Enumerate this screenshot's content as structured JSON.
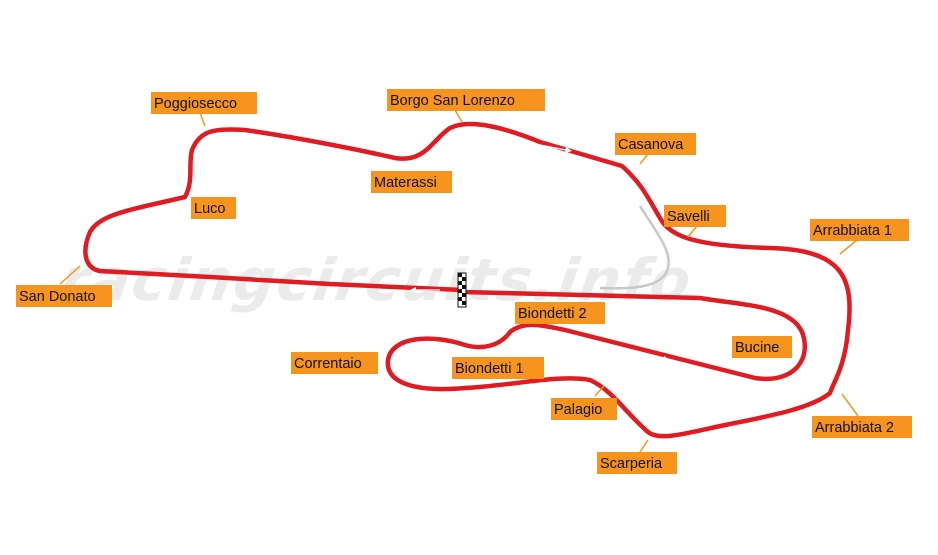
{
  "map": {
    "watermark": "racingcircuits.info",
    "colors": {
      "track": "#e11b22",
      "label_bg": "#f7941d",
      "label_text": "#111111",
      "pit_lane": "#c8c8c8"
    },
    "corners": [
      {
        "id": "poggiosecco",
        "label": "Poggiosecco"
      },
      {
        "id": "borgo",
        "label": "Borgo San Lorenzo"
      },
      {
        "id": "casanova",
        "label": "Casanova"
      },
      {
        "id": "materassi",
        "label": "Materassi"
      },
      {
        "id": "luco",
        "label": "Luco"
      },
      {
        "id": "savelli",
        "label": "Savelli"
      },
      {
        "id": "arrabbiata1",
        "label": "Arrabbiata 1"
      },
      {
        "id": "sandonato",
        "label": "San Donato"
      },
      {
        "id": "biondetti2",
        "label": "Biondetti 2"
      },
      {
        "id": "bucine",
        "label": "Bucine"
      },
      {
        "id": "correntaio",
        "label": "Correntaio"
      },
      {
        "id": "biondetti1",
        "label": "Biondetti 1"
      },
      {
        "id": "palagio",
        "label": "Palagio"
      },
      {
        "id": "arrabbiata2",
        "label": "Arrabbiata 2"
      },
      {
        "id": "scarperia",
        "label": "Scarperia"
      }
    ]
  }
}
